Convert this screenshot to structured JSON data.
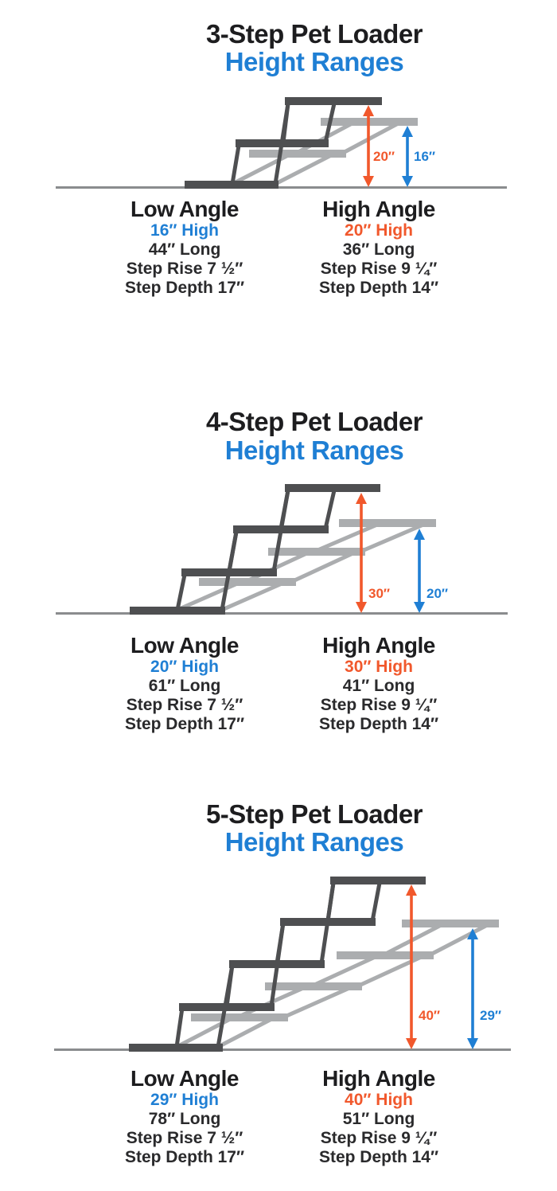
{
  "colors": {
    "accent_blue": "#1f7fd4",
    "accent_orange": "#f1582c",
    "stair_dark_gray": "#4e4f51",
    "stair_light_gray": "#abadaf",
    "ground_gray": "#8a8c8e",
    "text_black": "#1d1d1f"
  },
  "sections": [
    {
      "title": "3-Step Pet Loader",
      "subtitle": "Height Ranges",
      "diagram": {
        "high_angle_arrow_label": "20″",
        "low_angle_arrow_label": "16″"
      },
      "low_angle": {
        "heading": "Low Angle",
        "height": "16″ High",
        "length": "44″ Long",
        "step_rise": "Step Rise 7 ½″",
        "step_depth": "Step Depth 17″"
      },
      "high_angle": {
        "heading": "High Angle",
        "height": "20″ High",
        "length": "36″ Long",
        "step_rise": "Step Rise 9 ¼″",
        "step_depth": "Step Depth 14″"
      }
    },
    {
      "title": "4-Step Pet Loader",
      "subtitle": "Height Ranges",
      "diagram": {
        "high_angle_arrow_label": "30″",
        "low_angle_arrow_label": "20″"
      },
      "low_angle": {
        "heading": "Low Angle",
        "height": "20″ High",
        "length": "61″ Long",
        "step_rise": "Step Rise 7 ½″",
        "step_depth": "Step Depth 17″"
      },
      "high_angle": {
        "heading": "High Angle",
        "height": "30″ High",
        "length": "41″ Long",
        "step_rise": "Step Rise 9 ¼″",
        "step_depth": "Step Depth 14″"
      }
    },
    {
      "title": "5-Step Pet Loader",
      "subtitle": "Height Ranges",
      "diagram": {
        "high_angle_arrow_label": "40″",
        "low_angle_arrow_label": "29″"
      },
      "low_angle": {
        "heading": "Low Angle",
        "height": "29″ High",
        "length": "78″ Long",
        "step_rise": "Step Rise 7 ½″",
        "step_depth": "Step Depth 17″"
      },
      "high_angle": {
        "heading": "High Angle",
        "height": "40″ High",
        "length": "51″ Long",
        "step_rise": "Step Rise 9 ¼″",
        "step_depth": "Step Depth 14″"
      }
    }
  ]
}
